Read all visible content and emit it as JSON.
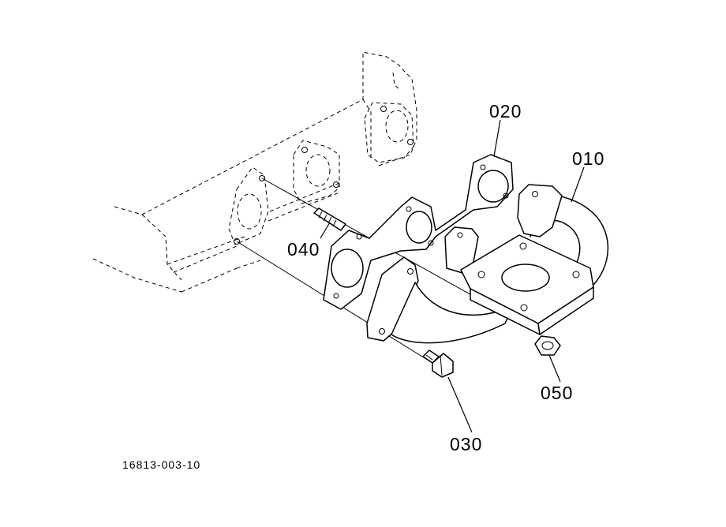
{
  "diagram": {
    "drawing_code": "16813-003-10",
    "parts": [
      {
        "callout": "010",
        "name": "exhaust-manifold"
      },
      {
        "callout": "020",
        "name": "manifold-gasket"
      },
      {
        "callout": "030",
        "name": "flange-bolt"
      },
      {
        "callout": "040",
        "name": "stud"
      },
      {
        "callout": "050",
        "name": "flange-nut"
      }
    ]
  }
}
